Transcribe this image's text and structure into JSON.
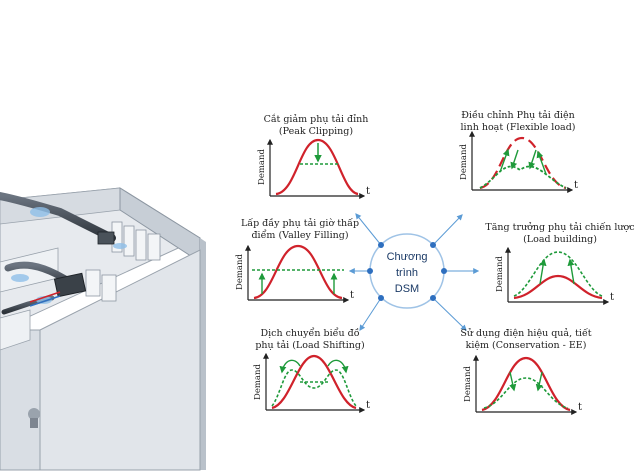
{
  "hub": {
    "lines": [
      "Chương",
      "trình",
      "DSM"
    ]
  },
  "axis": {
    "y_label": "Demand",
    "x_label": "t"
  },
  "panels": [
    {
      "id": "peak-clipping",
      "caption": [
        "Cắt giảm phụ tải đỉnh",
        "(Peak Clipping)"
      ]
    },
    {
      "id": "flexible-load",
      "caption": [
        "Điều chỉnh Phụ tải điện",
        "linh hoạt (Flexible load)"
      ]
    },
    {
      "id": "valley-filling",
      "caption": [
        "Lấp đầy phụ tải giờ thấp",
        "điểm (Valley Filling)"
      ]
    },
    {
      "id": "load-building",
      "caption": [
        "Tăng trưởng phụ tải chiến lược",
        "(Load building)"
      ]
    },
    {
      "id": "load-shifting",
      "caption": [
        "Dịch chuyển biểu đồ",
        "phụ tải (Load Shifting)"
      ]
    },
    {
      "id": "conservation",
      "caption": [
        "Sử dụng điện hiệu quả, tiết",
        "kiệm (Conservation - EE)"
      ]
    }
  ],
  "colors": {
    "curve": "#d0222b",
    "modified": "#1e9a3a",
    "arrow": "#5b9bd5",
    "hub_text": "#1b3a66"
  }
}
